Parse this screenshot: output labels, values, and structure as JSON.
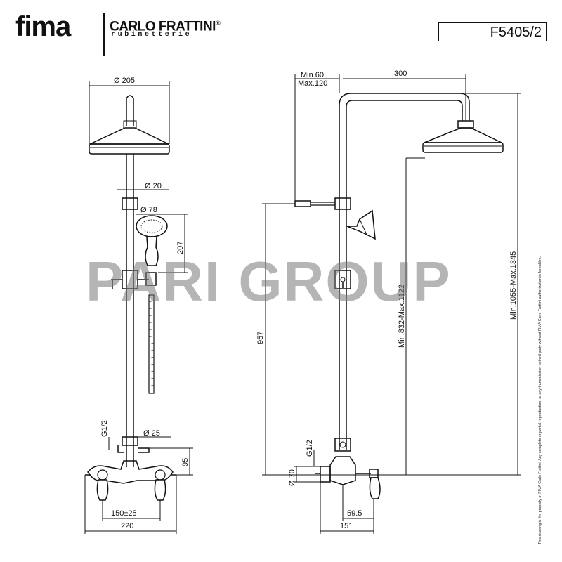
{
  "brand": {
    "fima": "fima",
    "carlo_frattini": "CARLO FRATTINI",
    "registered": "®",
    "subtitle": "rubinetterie"
  },
  "product_code": "F5405/2",
  "watermark": "PARI GROUP",
  "disclaimer": "This drawing is the property of FIMA Carlo Frattini. Any complete or partial reproduction, or any transmission to third party without FIMA Carlo Frattini authorization is forbidden.",
  "front_view": {
    "head_diameter": "Ø 205",
    "pipe_diameter": "Ø 20",
    "hand_shower_diameter": "Ø 78",
    "hand_shower_height": "207",
    "thread": "G1/2",
    "connection_diameter": "Ø 25",
    "mixer_height": "95",
    "centers": "150±25",
    "width": "220"
  },
  "side_view": {
    "wall_min": "Min.60",
    "wall_max": "Max.120",
    "arm_length": "300",
    "column_height": "957",
    "head_height": "Min.832-Max.1122",
    "total_height": "Min.1055-Max.1345",
    "thread": "G1/2",
    "connection_diameter": "Ø 70",
    "depth_inner": "59.5",
    "depth_total": "151"
  },
  "colors": {
    "line": "#111111",
    "watermark": "#808080",
    "background": "#ffffff"
  }
}
